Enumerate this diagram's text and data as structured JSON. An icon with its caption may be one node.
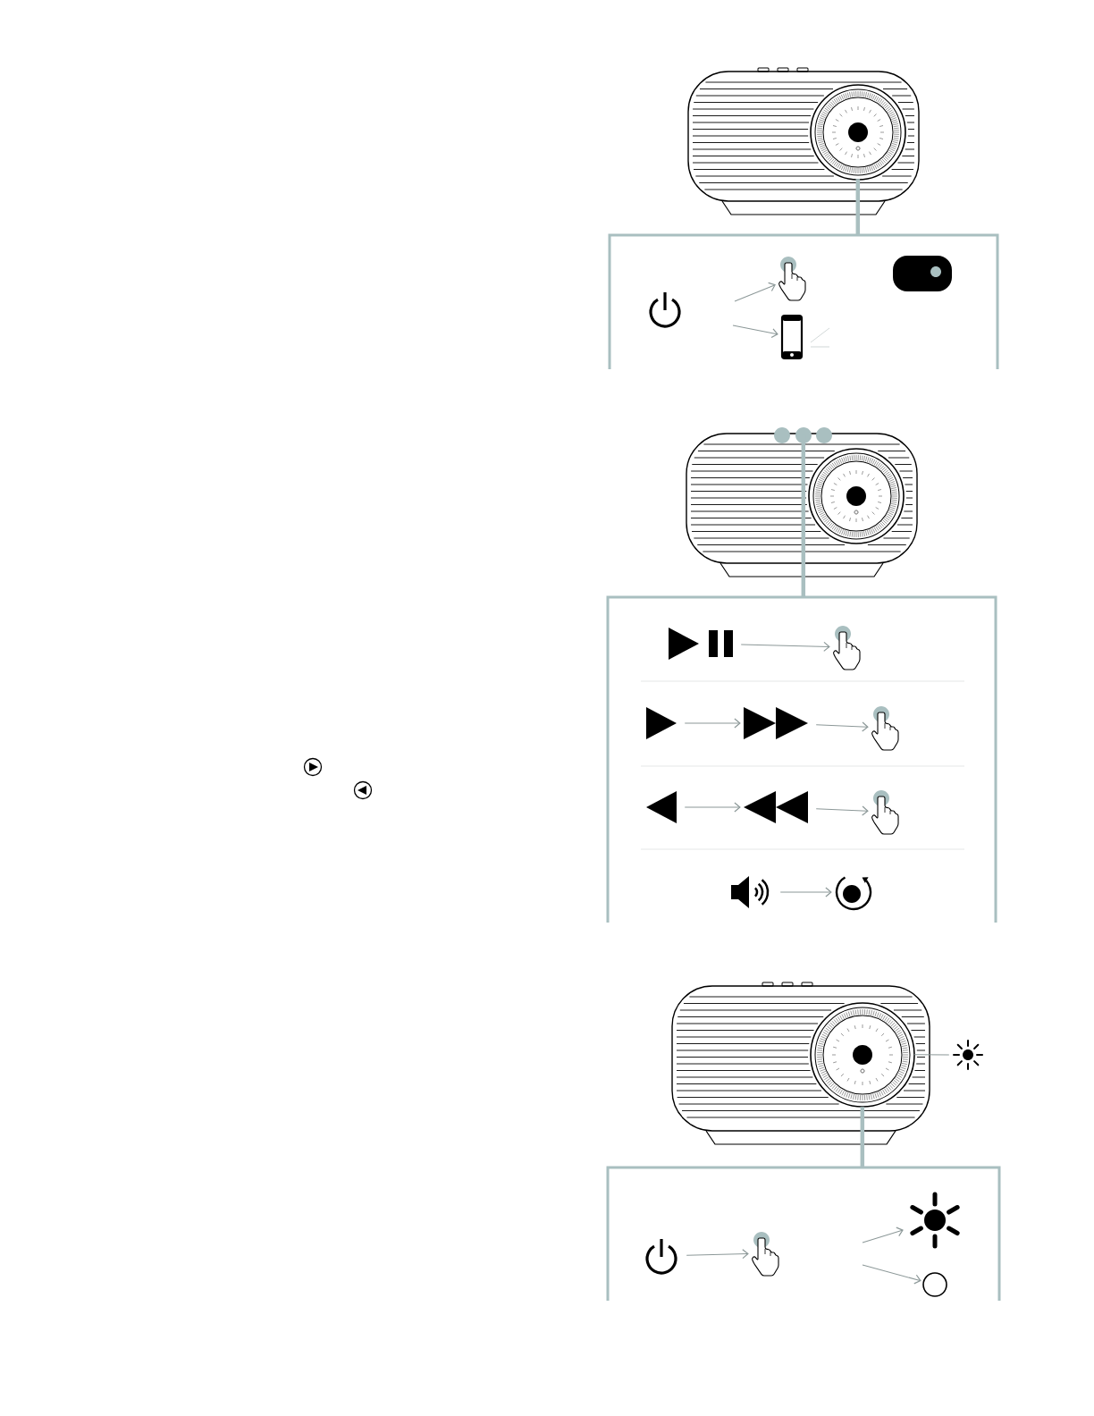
{
  "diagram": {
    "nodes": [
      {
        "text": [],
        "shape": "picture"
      },
      {
        "text": [],
        "shape": "box"
      },
      {
        "text": [],
        "shape": "power",
        "in": 1
      },
      {
        "text": [],
        "shape": "hand",
        "in": 1
      },
      {
        "text": [],
        "shape": "phone",
        "in": 1
      },
      {
        "text": [],
        "shape": "light",
        "in": 1
      },
      {
        "text": [],
        "shape": "picture"
      },
      {
        "text": [],
        "shape": "box"
      },
      {
        "text": [],
        "shape": "play-pause",
        "in": 7
      },
      {
        "text": [],
        "shape": "hand",
        "in": 7
      },
      {
        "text": [],
        "shape": "play",
        "in": 7
      },
      {
        "text": [],
        "shape": "fast-forward",
        "in": 7
      },
      {
        "text": [],
        "shape": "hand",
        "in": 7
      },
      {
        "text": [],
        "shape": "reverse",
        "in": 7
      },
      {
        "text": [],
        "shape": "rewind",
        "in": 7
      },
      {
        "text": [],
        "shape": "hand",
        "in": 7
      },
      {
        "text": [],
        "shape": "speaker",
        "in": 7
      },
      {
        "text": [],
        "shape": "rotate",
        "in": 7
      },
      {
        "text": [],
        "shape": "picture"
      },
      {
        "text": [],
        "shape": "sun"
      },
      {
        "text": [],
        "shape": "box"
      },
      {
        "text": [],
        "shape": "power",
        "in": 20
      },
      {
        "text": [],
        "shape": "hand",
        "in": 20
      },
      {
        "text": [],
        "shape": "sun",
        "in": 20
      },
      {
        "text": [],
        "shape": "circle",
        "in": 20
      }
    ],
    "edges": [
      {
        "from": 0,
        "to": 1,
        "arrow": "none",
        "style": "thick",
        "color": "#a9bfc0"
      },
      {
        "from": null,
        "to": 3,
        "arrow": "to"
      },
      {
        "from": null,
        "to": 4,
        "arrow": "to"
      },
      {
        "from": 6,
        "to": 7,
        "arrow": "none",
        "style": "thick",
        "color": "#a9bfc0"
      },
      {
        "from": 8,
        "to": 9,
        "arrow": "to"
      },
      {
        "from": 10,
        "to": 11,
        "arrow": "to"
      },
      {
        "from": 11,
        "to": 12,
        "arrow": "to"
      },
      {
        "from": 13,
        "to": 14,
        "arrow": "to"
      },
      {
        "from": 14,
        "to": 15,
        "arrow": "to"
      },
      {
        "from": 16,
        "to": 17,
        "arrow": "to"
      },
      {
        "from": 18,
        "to": 19,
        "arrow": "none"
      },
      {
        "from": 18,
        "to": 20,
        "arrow": "none",
        "style": "thick",
        "color": "#a9bfc0"
      },
      {
        "from": 21,
        "to": 22,
        "arrow": "to"
      },
      {
        "from": null,
        "to": 23,
        "arrow": "to"
      },
      {
        "from": null,
        "to": 24,
        "arrow": "to"
      }
    ]
  }
}
